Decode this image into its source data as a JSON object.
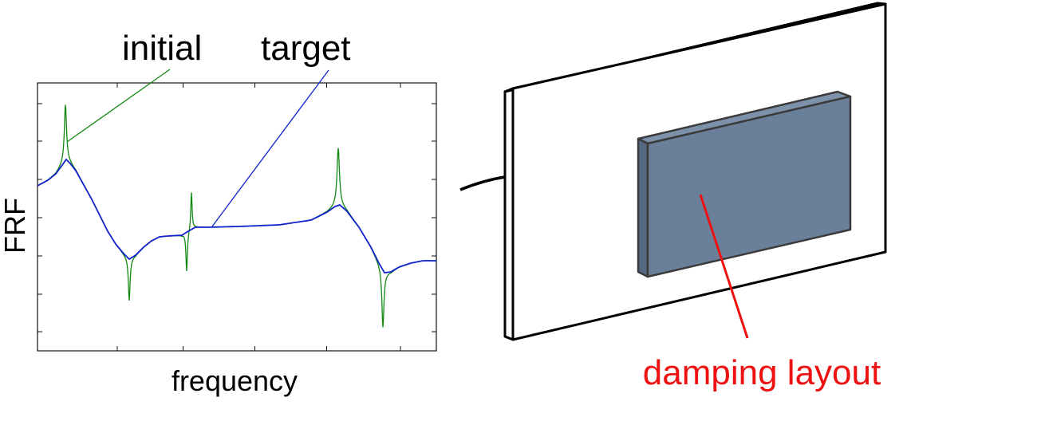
{
  "labels": {
    "initial": "initial",
    "target": "target",
    "ylabel": "FRF",
    "xlabel": "frequency",
    "damping": "damping layout"
  },
  "colors": {
    "initial": "#118811",
    "target": "#1122cc",
    "damping_label": "#ee1111",
    "patch_front": "#6a7f9a",
    "patch_side": "#55687f",
    "axis": "#111111"
  },
  "chart_data": {
    "type": "line",
    "title": "",
    "xlabel": "frequency",
    "ylabel": "FRF",
    "series": [
      {
        "name": "initial",
        "description": "lightly damped FRF with sharp resonance peaks and anti-resonance dips"
      },
      {
        "name": "target",
        "description": "damped FRF with smooth rounded peaks"
      }
    ],
    "resonances": [
      0.07,
      0.385,
      0.755
    ],
    "antiresonances": [
      0.235,
      0.375,
      0.87
    ],
    "grid": false
  }
}
